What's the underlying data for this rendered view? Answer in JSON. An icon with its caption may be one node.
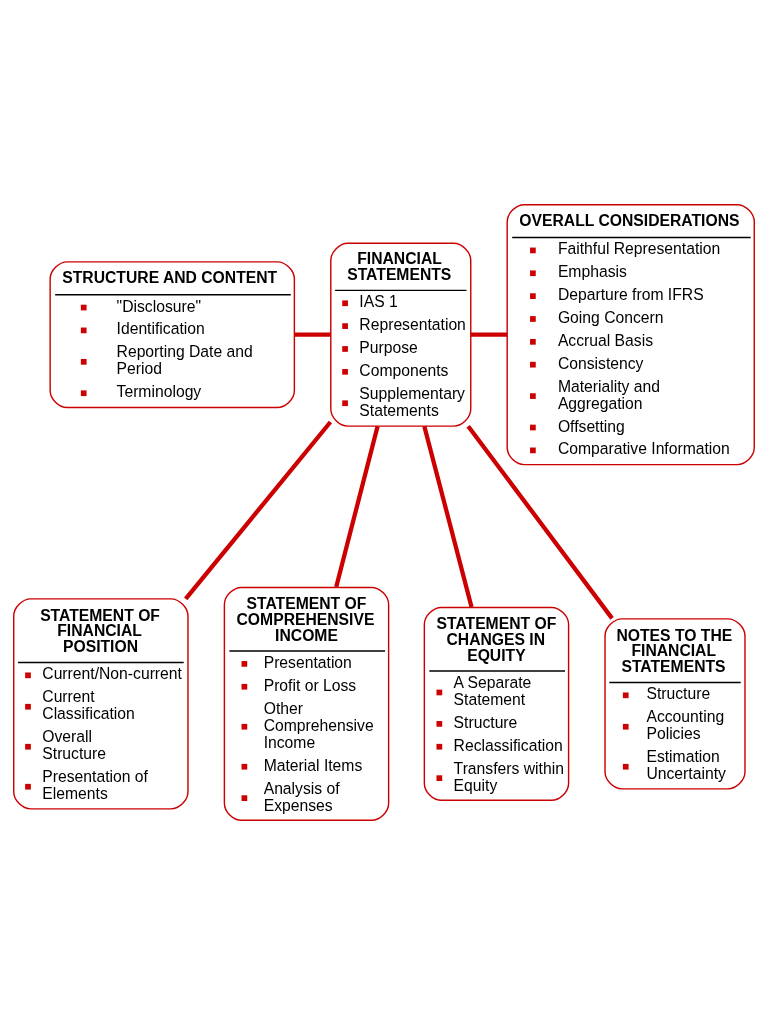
{
  "diagram": {
    "nodes": [
      {
        "text": [
          "STRUCTURE AND CONTENT",
          "\"Disclosure\"",
          "Identification",
          "Reporting Date and Period",
          "Terminology"
        ]
      },
      {
        "text": [
          "FINANCIAL STATEMENTS",
          "IAS 1",
          "Representation",
          "Purpose",
          "Components",
          "Supplementary Statements"
        ]
      },
      {
        "text": [
          "OVERALL CONSIDERATIONS",
          "Faithful Representation",
          "Emphasis",
          "Departure from IFRS",
          "Going Concern",
          "Accrual Basis",
          "Consistency",
          "Materiality and Aggregation",
          "Offsetting",
          "Comparative Information"
        ]
      },
      {
        "text": [
          "STATEMENT OF FINANCIAL POSITION",
          "Current/Non-current",
          "Current Classification",
          "Overall Structure",
          "Presentation of Elements"
        ]
      },
      {
        "text": [
          "STATEMENT OF COMPREHENSIVE INCOME",
          "Presentation",
          "Profit or Loss",
          "Other Comprehensive Income",
          "Material Items",
          "Analysis of Expenses"
        ]
      },
      {
        "text": [
          "STATEMENT OF CHANGES IN EQUITY",
          "A Separate Statement",
          "Structure",
          "Reclassification",
          "Transfers within Equity"
        ]
      },
      {
        "text": [
          "NOTES TO THE FINANCIAL STATEMENTS",
          "Structure",
          "Accounting Policies",
          "Estimation Uncertainty"
        ]
      }
    ],
    "edges": [
      {
        "from": 0,
        "to": 1,
        "arrow": "none"
      },
      {
        "from": 1,
        "to": 2,
        "arrow": "none"
      },
      {
        "from": 1,
        "to": 3,
        "arrow": "none"
      },
      {
        "from": 1,
        "to": 4,
        "arrow": "none"
      },
      {
        "from": 1,
        "to": 5,
        "arrow": "none"
      },
      {
        "from": 1,
        "to": 6,
        "arrow": "none"
      }
    ]
  }
}
